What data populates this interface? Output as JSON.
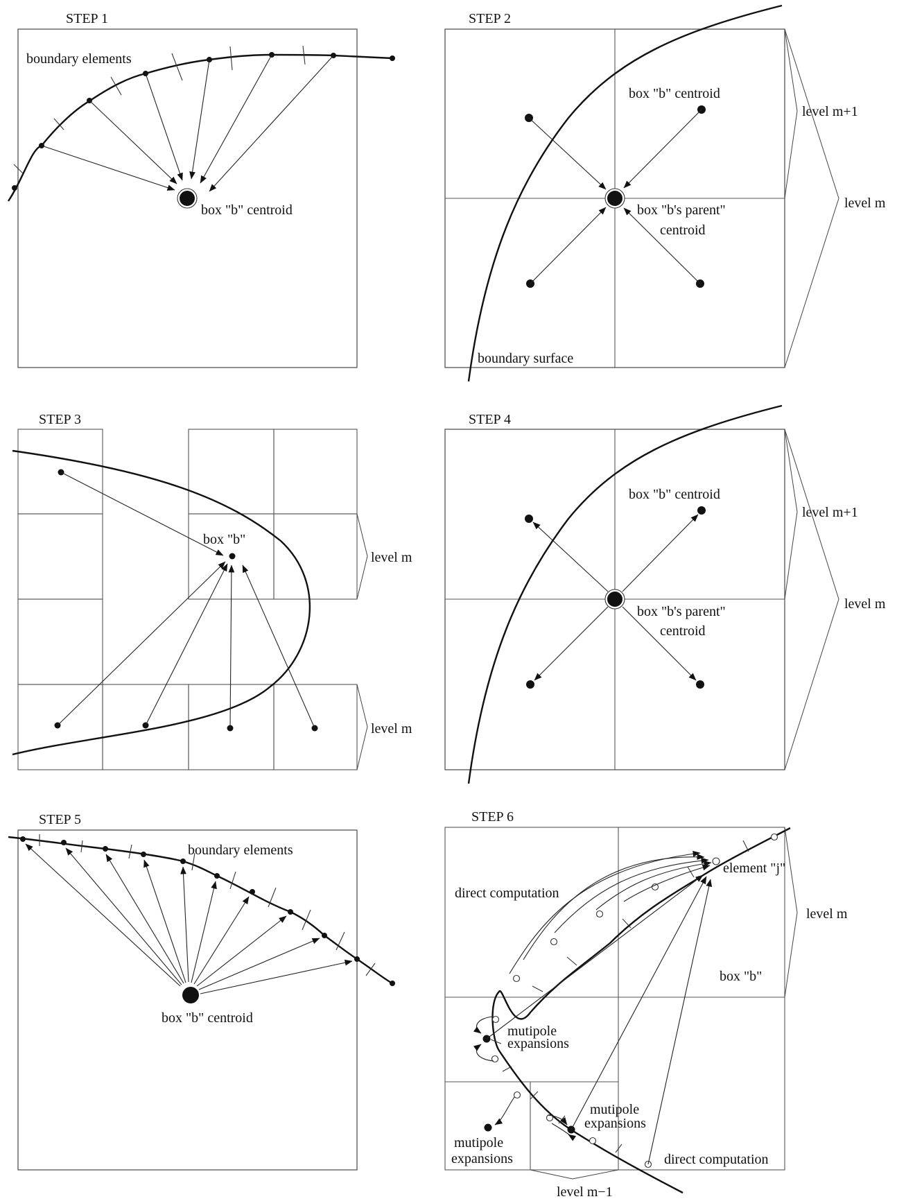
{
  "steps": {
    "s1": {
      "title": "STEP 1",
      "elements_label": "boundary elements",
      "centroid_label": "box \"b\" centroid"
    },
    "s2": {
      "title": "STEP 2",
      "child_label": "box \"b\" centroid",
      "parent_label_1": "box \"b's parent\"",
      "parent_label_2": "centroid",
      "surface_label": "boundary surface",
      "level_upper": "level m+1",
      "level_lower": "level m"
    },
    "s3": {
      "title": "STEP 3",
      "box_label": "box \"b\"",
      "level_upper": "level m",
      "level_lower": "level m"
    },
    "s4": {
      "title": "STEP 4",
      "child_label": "box \"b\" centroid",
      "parent_label_1": "box \"b's parent\"",
      "parent_label_2": "centroid",
      "level_upper": "level m+1",
      "level_lower": "level m"
    },
    "s5": {
      "title": "STEP 5",
      "elements_label": "boundary elements",
      "centroid_label": "box \"b\" centroid"
    },
    "s6": {
      "title": "STEP 6",
      "direct_top": "direct computation",
      "element_label": "element \"j\"",
      "level_m": "level m",
      "box_label": "box \"b\"",
      "mp_left_1": "mutipole",
      "mp_left_2": "expansions",
      "mp_mid_1": "mutipole",
      "mp_mid_2": "expansions",
      "mp_bottom_1": "mutipole",
      "mp_bottom_2": "expansions",
      "direct_bottom": "direct computation",
      "level_m_minus_1": "level m−1"
    }
  }
}
